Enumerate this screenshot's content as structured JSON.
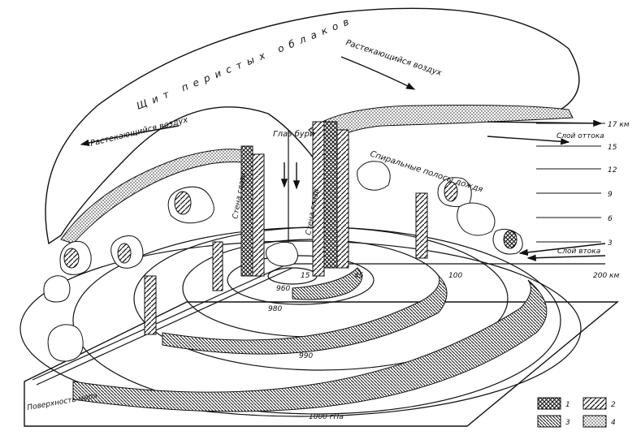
{
  "labels": {
    "cirrus_shield": "Щит перистых облаков",
    "spreading_air_right": "Растекающийся воздух",
    "spreading_air_left": "Растекающийся воздух",
    "storm_eye": "Глаз бури",
    "eye_wall_left": "Стена глаза",
    "eye_wall_right": "Стена глаза",
    "spiral_rain_bands": "Спиральные полосы дождя",
    "outflow_layer": "Слой оттока",
    "inflow_layer": "Слой втока",
    "sea_surface": "Поверхность моря"
  },
  "height_axis": {
    "ticks": [
      "17 км",
      "15",
      "12",
      "9",
      "6",
      "3"
    ]
  },
  "distance_axis": {
    "ticks": [
      "15",
      "45",
      "100",
      "200 км"
    ]
  },
  "isobars": [
    "960",
    "980",
    "990",
    "1000 гПа"
  ],
  "legend": [
    {
      "key": "1",
      "pattern": "crosshatch"
    },
    {
      "key": "2",
      "pattern": "diagonal-right"
    },
    {
      "key": "3",
      "pattern": "diagonal-left-dense"
    },
    {
      "key": "4",
      "pattern": "dots"
    }
  ]
}
